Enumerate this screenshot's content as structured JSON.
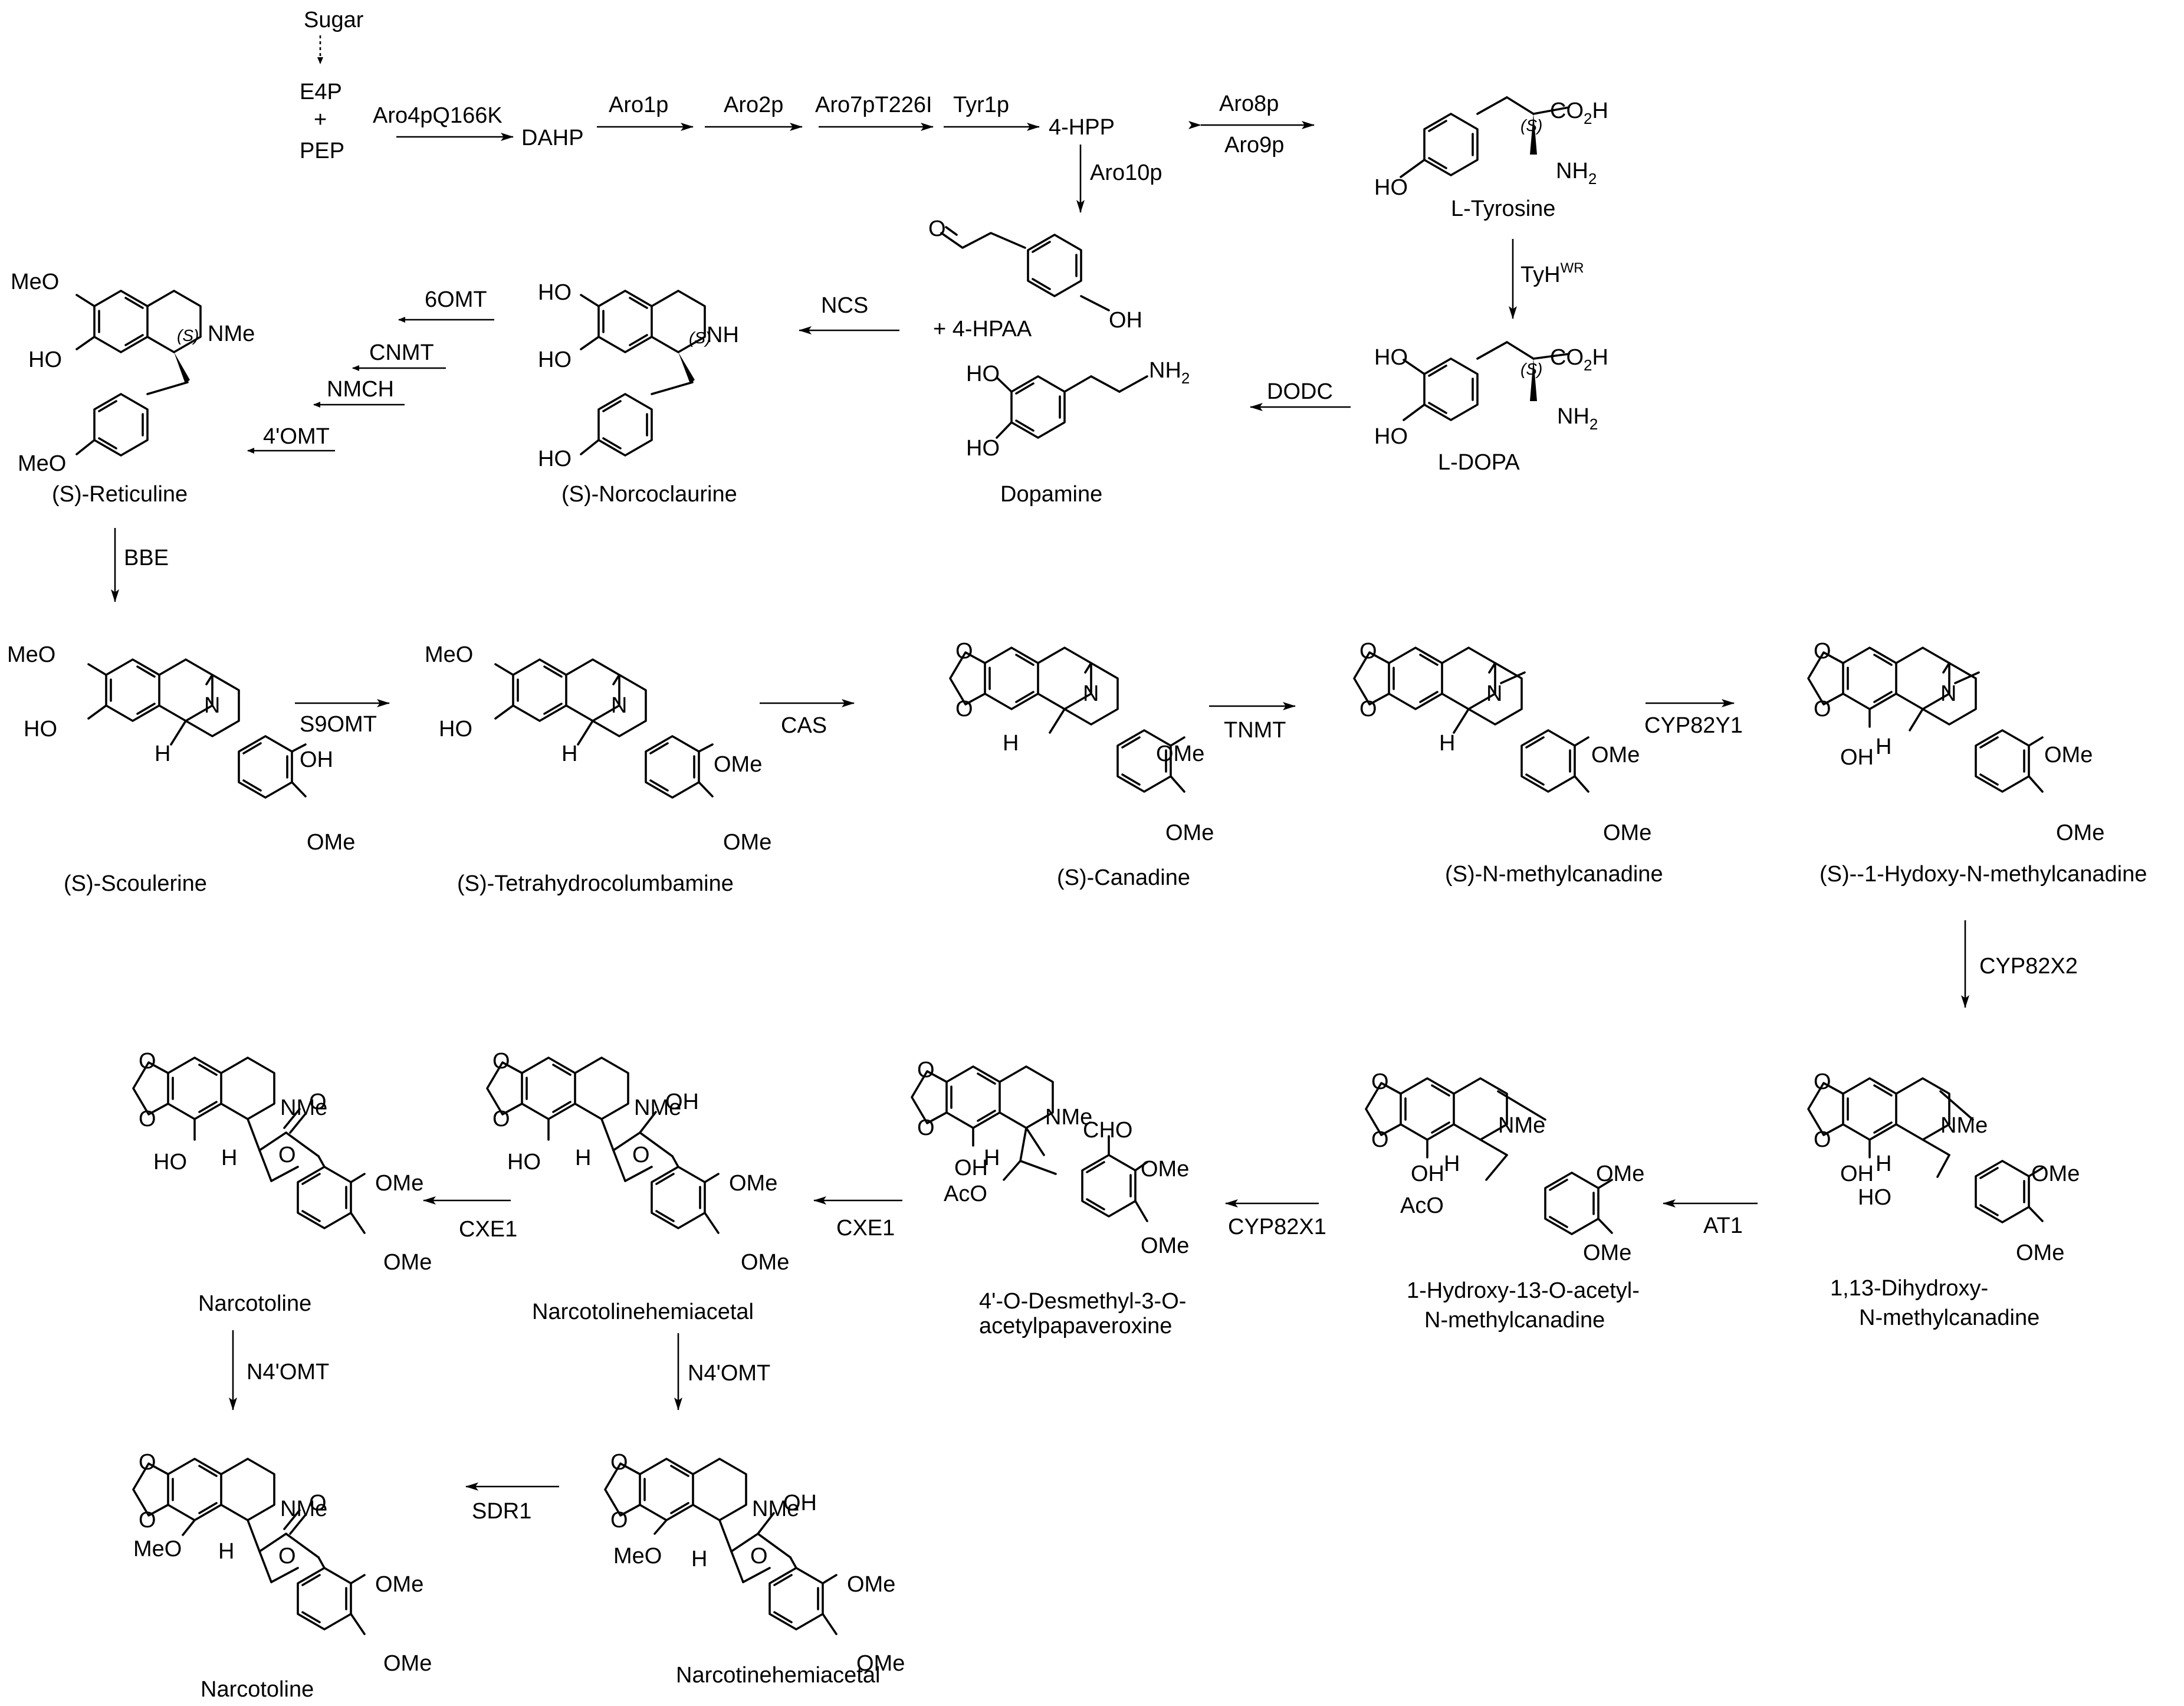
{
  "precursors": {
    "sugar": "Sugar",
    "e4p": "E4P",
    "plus": "+",
    "pep": "PEP",
    "dahp": "DAHP",
    "hpp": "4-HPP",
    "hpaa": "+ 4-HPAA"
  },
  "enzymes": {
    "aro4p": "Aro4pQ166K",
    "aro1p": "Aro1p",
    "aro2p": "Aro2p",
    "aro7p": "Aro7pT226I",
    "tyr1p": "Tyr1p",
    "aro8p": "Aro8p",
    "aro9p": "Aro9p",
    "aro10p": "Aro10p",
    "tyh": "TyH",
    "tyh_sup": "WR",
    "dodc": "DODC",
    "ncs": "NCS",
    "omt6": "6OMT",
    "cnmt": "CNMT",
    "nmch": "NMCH",
    "omt4": "4'OMT",
    "bbe": "BBE",
    "s9omt": "S9OMT",
    "cas": "CAS",
    "tnmt": "TNMT",
    "cyp82y1": "CYP82Y1",
    "cyp82x2": "CYP82X2",
    "at1": "AT1",
    "cyp82x1": "CYP82X1",
    "cxe1a": "CXE1",
    "cxe1b": "CXE1",
    "n4omt_a": "N4'OMT",
    "n4omt_b": "N4'OMT",
    "sdr1": "SDR1"
  },
  "compounds": {
    "tyrosine": "L-Tyrosine",
    "ldopa": "L-DOPA",
    "dopamine": "Dopamine",
    "norcoclaurine": "(S)-Norcoclaurine",
    "reticuline": "(S)-Reticuline",
    "scoulerine": "(S)-Scoulerine",
    "tetrahydrocolumbamine": "(S)-Tetrahydrocolumbamine",
    "canadine": "(S)-Canadine",
    "nmethylcanadine": "(S)-N-methylcanadine",
    "hydroxynmethylcanadine": "(S)--1-Hydoxy-N-methylcanadine",
    "dihydroxy_l1": "1,13-Dihydroxy-",
    "dihydroxy_l2": "N-methylcanadine",
    "acetyl_l1": "1-Hydroxy-13-O-acetyl-",
    "acetyl_l2": "N-methylcanadine",
    "desmethyl_l1": "4'-O-Desmethyl-3-O-",
    "desmethyl_l2": "acetylpapaveroxine",
    "narcotolinehemiacetal": "Narcotolinehemiacetal",
    "narcotoline_top": "Narcotoline",
    "narcotinehemiacetal": "Narcotinehemiacetal",
    "narcotoline_bottom": "Narcotoline"
  },
  "atoms": {
    "ho": "HO",
    "oh": "OH",
    "meo": "MeO",
    "ome": "OMe",
    "nh2_n": "NH",
    "nh2_sub": "2",
    "co2h_a": "CO",
    "co2h_sub": "2",
    "co2h_b": "H",
    "nme": "NMe",
    "nh": "NH",
    "n": "N",
    "h": "H",
    "aco": "AcO",
    "cho": "CHO",
    "o": "O",
    "stereo_s": "(S)"
  }
}
